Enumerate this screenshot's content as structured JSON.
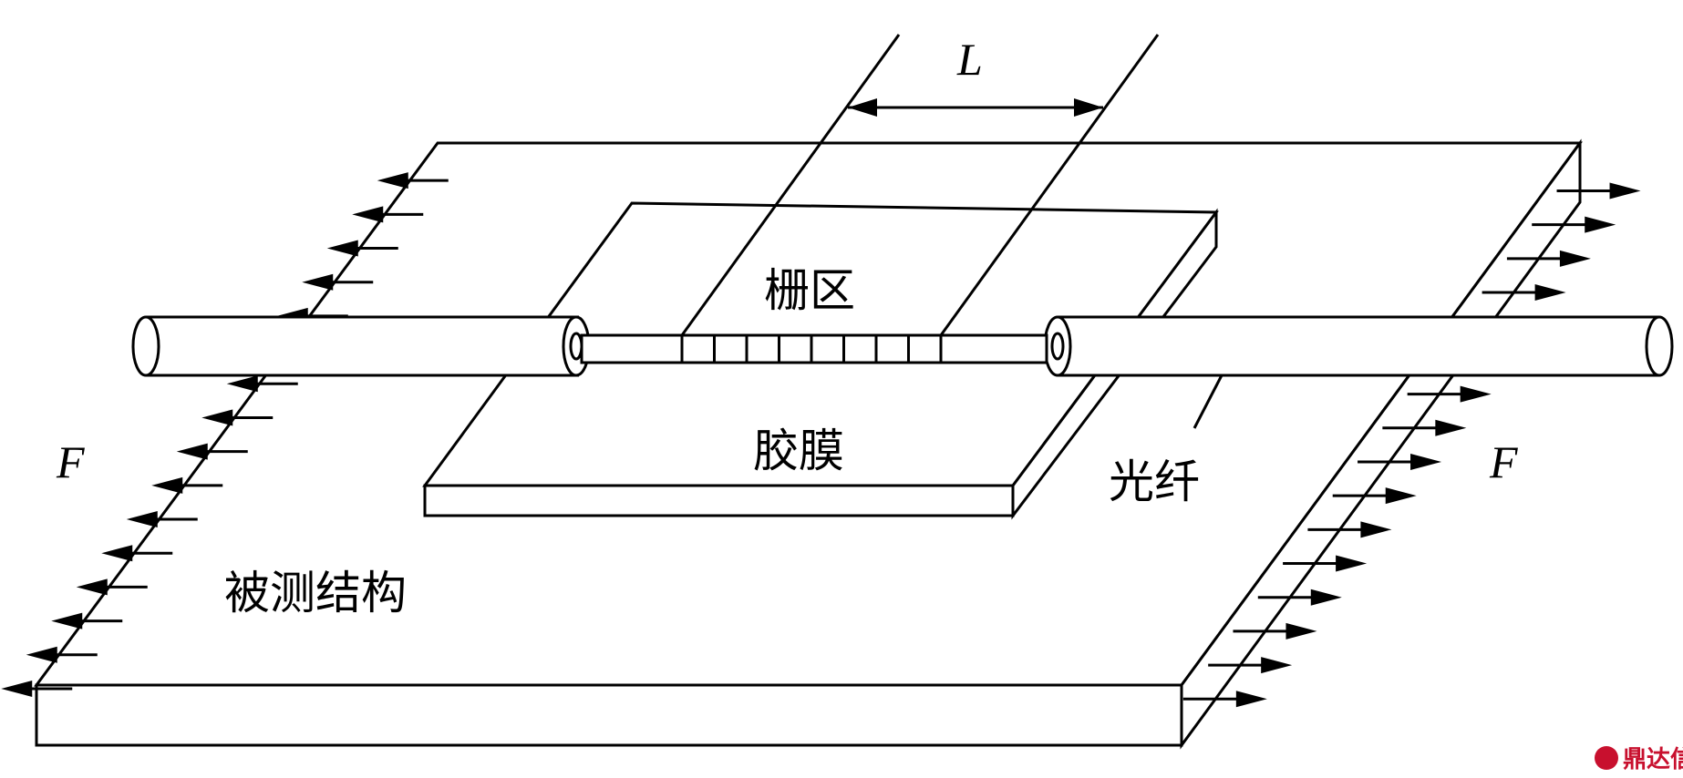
{
  "labels": {
    "length": "L",
    "grating_region": "栅区",
    "adhesive_film": "胶膜",
    "optical_fiber": "光纤",
    "structure_under_test": "被测结构",
    "force_left": "F",
    "force_right": "F"
  },
  "watermark": {
    "text": "鼎达信",
    "color": "#c8102e"
  },
  "colors": {
    "line": "#000000",
    "background": "#ffffff"
  }
}
